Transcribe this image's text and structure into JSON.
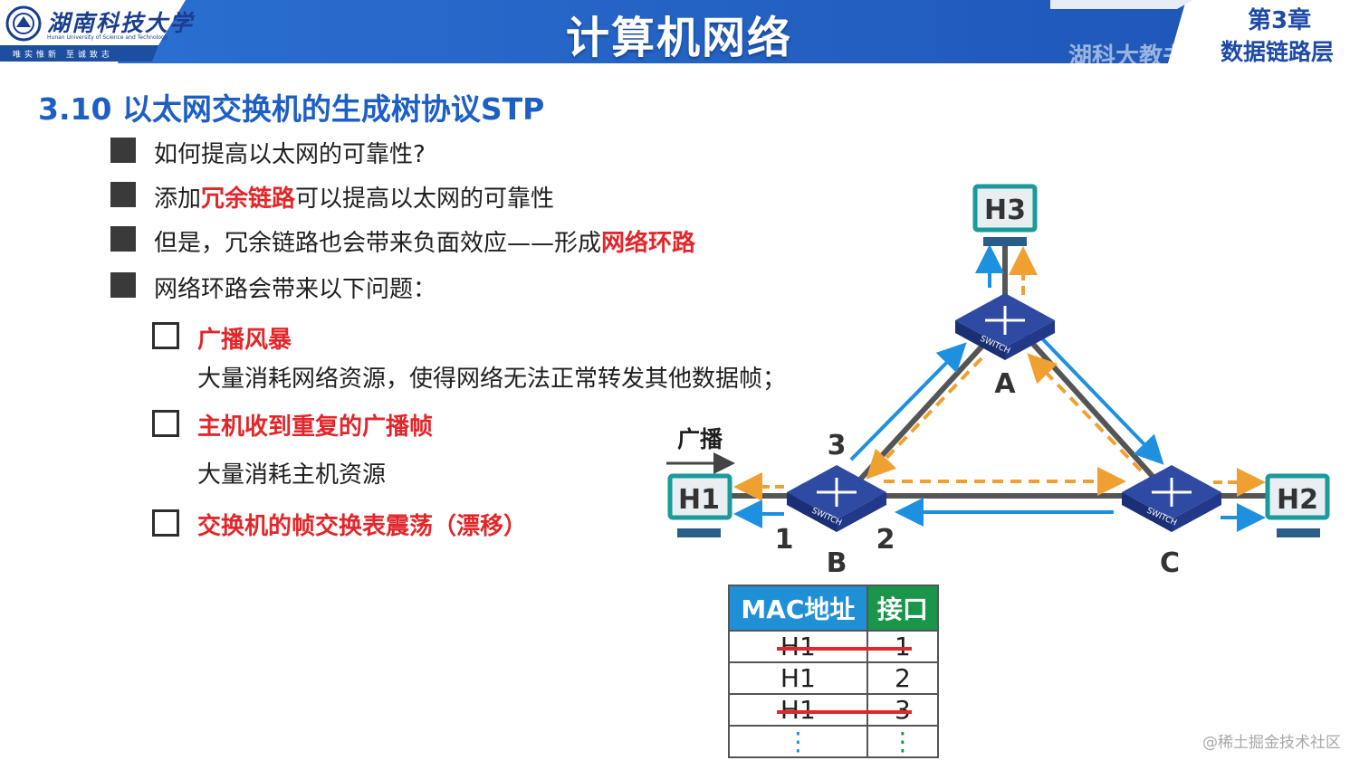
{
  "header": {
    "university_cn": "湖南科技大学",
    "university_en": "Hunan University of Science and Technology",
    "motto": "唯实惟新 至诚致志",
    "course_title": "计算机网络",
    "chapter": "第3章",
    "chapter_subject": "数据链路层",
    "watermark": "湖科大教书匠"
  },
  "section_title": "3.10 以太网交换机的生成树协议STP",
  "bullets": [
    {
      "text": "如何提高以太网的可靠性?"
    },
    {
      "pre": "添加",
      "highlight": "冗余链路",
      "post": "可以提高以太网的可靠性"
    },
    {
      "pre": "但是，冗余链路也会带来负面效应——形成",
      "highlight": "网络环路",
      "post": ""
    },
    {
      "text": "网络环路会带来以下问题："
    }
  ],
  "problems": [
    {
      "title": "广播风暴",
      "desc": "大量消耗网络资源，使得网络无法正常转发其他数据帧；"
    },
    {
      "title": "主机收到重复的广播帧",
      "desc": "大量消耗主机资源"
    },
    {
      "title": "交换机的帧交换表震荡（漂移）",
      "desc": ""
    }
  ],
  "diagram": {
    "broadcast_label": "广播",
    "hosts": [
      "H1",
      "H2",
      "H3"
    ],
    "switches": [
      "A",
      "B",
      "C"
    ],
    "switch_label": "SWITCH",
    "port_labels": [
      "1",
      "2",
      "3"
    ],
    "colors": {
      "blue": "#1e90e0",
      "orange": "#f0a030",
      "link": "#555555"
    }
  },
  "mac_table": {
    "headers": [
      "MAC地址",
      "接口"
    ],
    "rows": [
      {
        "mac": "H1",
        "port": "1",
        "struck": true
      },
      {
        "mac": "H1",
        "port": "2",
        "struck": false
      },
      {
        "mac": "H1",
        "port": "3",
        "struck": true
      },
      {
        "mac": "⋮",
        "port": "⋮",
        "struck": false
      }
    ]
  },
  "credit": "@稀土掘金技术社区"
}
